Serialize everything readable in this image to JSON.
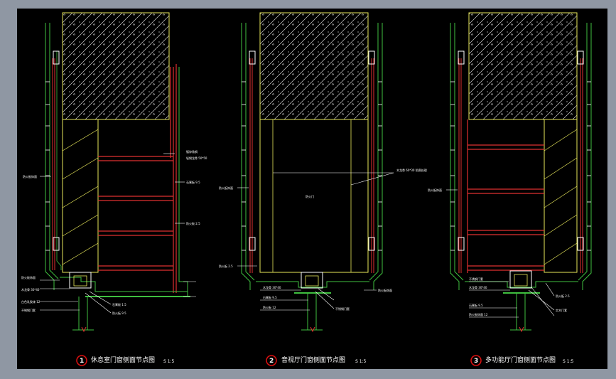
{
  "colors": {
    "outline": "#3fbf3f",
    "wall": "#e8e85a",
    "steel": "#e03030",
    "leader": "#ffffff",
    "marker": "#e01010"
  },
  "icons": {
    "section_hatch": "diagonal-hatch-concrete"
  },
  "detail1": {
    "number": "1",
    "title": "休息室门窗侧面节点图",
    "scale": "S 1:5",
    "labels": {
      "l1": "防火板饰面",
      "l2": "镀锌角钢",
      "l3": "轻钢龙骨 50*50",
      "l4": "石膏板 9.5",
      "l5": "防火板 2.5",
      "l6": "防火板饰面",
      "l7": "木龙骨 30*40",
      "l8": "白色乳胶漆 12",
      "l9": "不锈钢门套",
      "l10": "石膏板 1.5",
      "l11": "防火板 9.5"
    }
  },
  "detail2": {
    "number": "2",
    "title": "音视厅门窗侧面节点图",
    "scale": "S 1:5",
    "labels": {
      "l1": "防火板饰面",
      "l2": "木龙骨 60*30 防腐处理",
      "l3": "防火门",
      "l4": "防火板 2.5",
      "l5": "木龙骨 30*40",
      "l6": "石膏板 9.5",
      "l7": "防火板 12",
      "l8": "不锈钢门套",
      "l9": "防火板饰面"
    }
  },
  "detail3": {
    "number": "3",
    "title": "多功能厅门窗侧面节点图",
    "scale": "S 1:5",
    "labels": {
      "l1": "防火板饰面",
      "l2": "不锈钢门套",
      "l3": "木龙骨 30*40",
      "l4": "石膏板 9.5",
      "l5": "防火板饰面 12",
      "l6": "防火板 2.5",
      "l7": "实木门套"
    }
  }
}
